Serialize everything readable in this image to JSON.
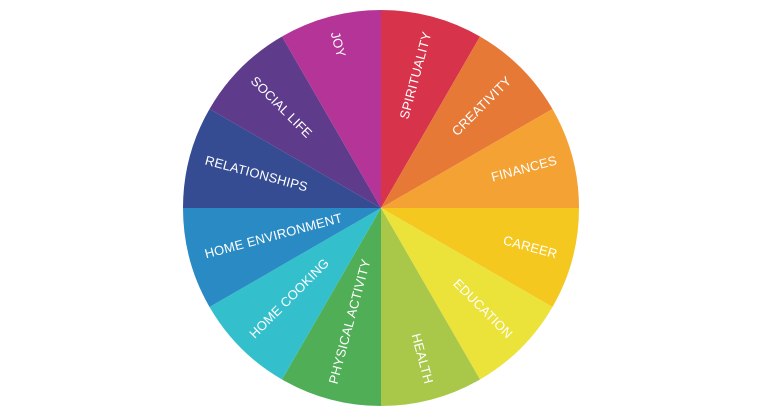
{
  "wheel": {
    "segments": [
      {
        "label": "SPIRITUALITY",
        "color": "#d7334a"
      },
      {
        "label": "CREATIVITY",
        "color": "#e77937"
      },
      {
        "label": "FINANCES",
        "color": "#f3a233"
      },
      {
        "label": "CAREER",
        "color": "#f5c81f"
      },
      {
        "label": "EDUCATION",
        "color": "#ebe23a"
      },
      {
        "label": "HEALTH",
        "color": "#a9c84a"
      },
      {
        "label": "PHYSICAL ACTIVITY",
        "color": "#4fae56"
      },
      {
        "label": "HOME COOKING",
        "color": "#33c0cc"
      },
      {
        "label": "HOME ENVIRONMENT",
        "color": "#2a8ac3"
      },
      {
        "label": "RELATIONSHIPS",
        "color": "#354c93"
      },
      {
        "label": "SOCIAL LIFE",
        "color": "#5f3b8c"
      },
      {
        "label": "JOY",
        "color": "#b43497"
      }
    ]
  }
}
